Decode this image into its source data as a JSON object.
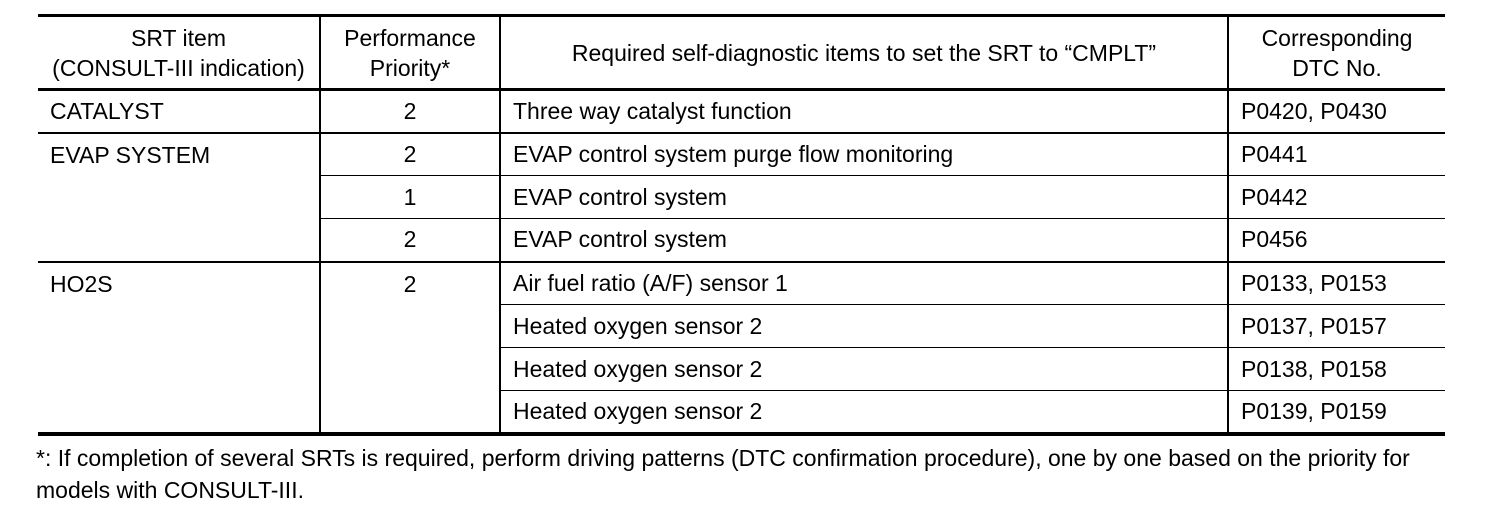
{
  "page": {
    "background": "#ffffff",
    "ink": "#000000"
  },
  "table": {
    "headers": {
      "srt_item": "SRT item\n(CONSULT-III indication)",
      "priority": "Performance\nPriority*",
      "diagnostic": "Required self-diagnostic items to set the SRT to “CMPLT”",
      "dtc": "Corresponding\nDTC No."
    },
    "rows": [
      {
        "srt_item": "CATALYST",
        "priority": "2",
        "diagnostic": "Three way catalyst function",
        "dtc": "P0420, P0430"
      },
      {
        "srt_item": "EVAP SYSTEM",
        "priority": "2",
        "diagnostic": "EVAP control system purge flow monitoring",
        "dtc": "P0441"
      },
      {
        "priority": "1",
        "diagnostic": "EVAP control system",
        "dtc": "P0442"
      },
      {
        "priority": "2",
        "diagnostic": "EVAP control system",
        "dtc": "P0456"
      },
      {
        "srt_item": "HO2S",
        "priority": "2",
        "diagnostic": "Air fuel ratio (A/F) sensor 1",
        "dtc": "P0133, P0153"
      },
      {
        "diagnostic": "Heated oxygen sensor 2",
        "dtc": "P0137, P0157"
      },
      {
        "diagnostic": "Heated oxygen sensor 2",
        "dtc": "P0138, P0158"
      },
      {
        "diagnostic": "Heated oxygen sensor 2",
        "dtc": "P0139, P0159"
      }
    ]
  },
  "footnote": {
    "lines": [
      "*: If completion of several SRTs is required, perform driving patterns (DTC confirmation procedure), one by one based on the priority for",
      "models with CONSULT-III."
    ]
  }
}
